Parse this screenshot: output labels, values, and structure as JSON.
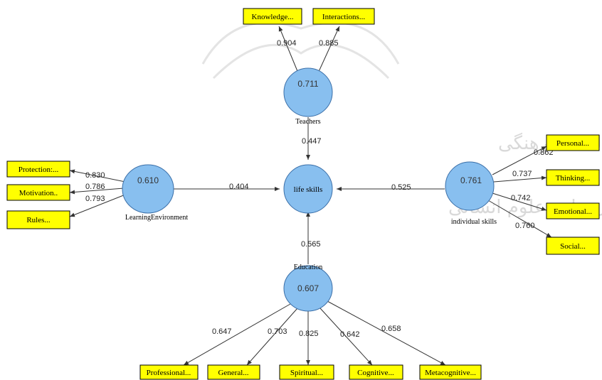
{
  "watermark": {
    "line1": "پژوهشگاه علوم انسانی و مطالعات فرهنگی",
    "line2": "پرتال جامع علوم انسانی"
  },
  "center": {
    "label": "life skills"
  },
  "constructs": {
    "teachers": {
      "value": "0.711",
      "label": "Teachers"
    },
    "learning": {
      "value": "0.610",
      "label": "LearningEnvironment"
    },
    "individual": {
      "value": "0.761",
      "label": "individual skills"
    },
    "education": {
      "value": "0.607",
      "label": "Education"
    }
  },
  "paths": {
    "teachers": "0.447",
    "learning": "0.404",
    "individual": "0.525",
    "education": "0.565"
  },
  "indicators": {
    "teachers": [
      {
        "label": "Knowledge...",
        "loading": "0.904"
      },
      {
        "label": "Interactions...",
        "loading": "0.885"
      }
    ],
    "learning": [
      {
        "label": "Protection:...",
        "loading": "0.830"
      },
      {
        "label": "Motivation..",
        "loading": "0.786"
      },
      {
        "label": "Rules...",
        "loading": "0.793"
      }
    ],
    "individual": [
      {
        "label": "Personal...",
        "loading": "0.862"
      },
      {
        "label": "Thinking...",
        "loading": "0.737"
      },
      {
        "label": "Emotional...",
        "loading": "0.742"
      },
      {
        "label": "Social...",
        "loading": "0.760"
      }
    ],
    "education": [
      {
        "label": "Professional...",
        "loading": "0.647"
      },
      {
        "label": "General...",
        "loading": "0.703"
      },
      {
        "label": "Spiritual...",
        "loading": "0.825"
      },
      {
        "label": "Cognitive...",
        "loading": "0.642"
      },
      {
        "label": "Metacognitive...",
        "loading": "0.658"
      }
    ]
  }
}
